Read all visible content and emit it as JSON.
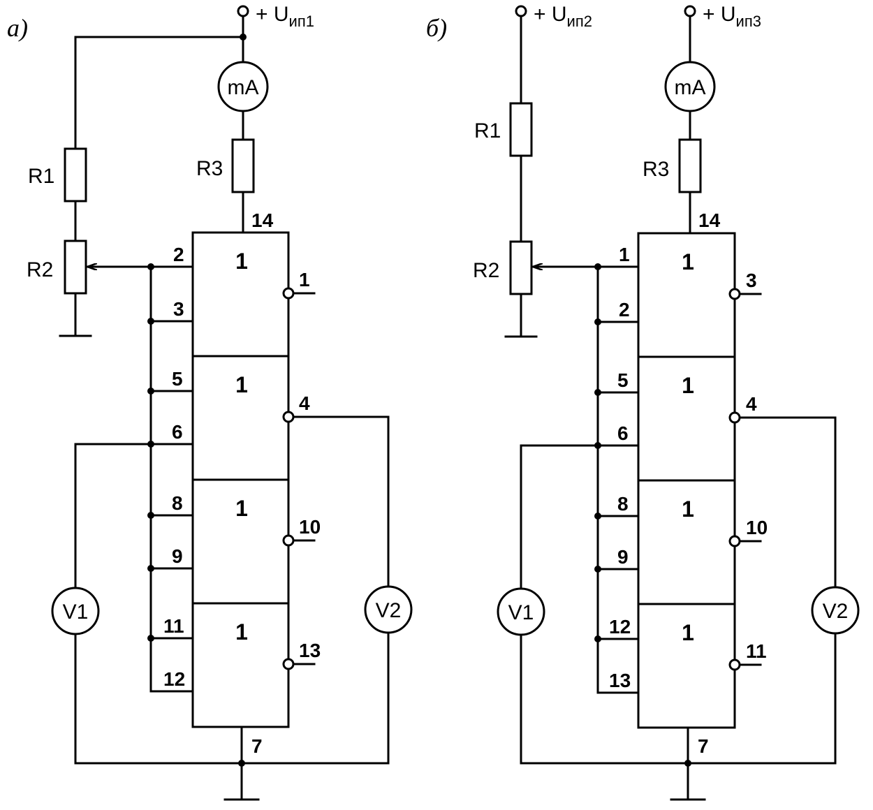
{
  "left": {
    "tag": "а)",
    "supply": "+ U",
    "supply_sub": "ип1",
    "meter": "mA",
    "r1": "R1",
    "r2": "R2",
    "r3": "R3",
    "v1": "V1",
    "v2": "V2",
    "pin_vcc": "14",
    "pin_gnd": "7",
    "gate_symbol": "1",
    "inputs": [
      "2",
      "3",
      "5",
      "6",
      "8",
      "9",
      "11",
      "12"
    ],
    "outputs": [
      "1",
      "4",
      "10",
      "13"
    ]
  },
  "right": {
    "tag": "б)",
    "supply_a": "+ U",
    "supply_a_sub": "ип2",
    "supply_b": "+ U",
    "supply_b_sub": "ип3",
    "meter": "mA",
    "r1": "R1",
    "r2": "R2",
    "r3": "R3",
    "v1": "V1",
    "v2": "V2",
    "pin_vcc": "14",
    "pin_gnd": "7",
    "gate_symbol": "1",
    "inputs": [
      "1",
      "2",
      "5",
      "6",
      "8",
      "9",
      "12",
      "13"
    ],
    "outputs": [
      "3",
      "4",
      "10",
      "11"
    ]
  }
}
